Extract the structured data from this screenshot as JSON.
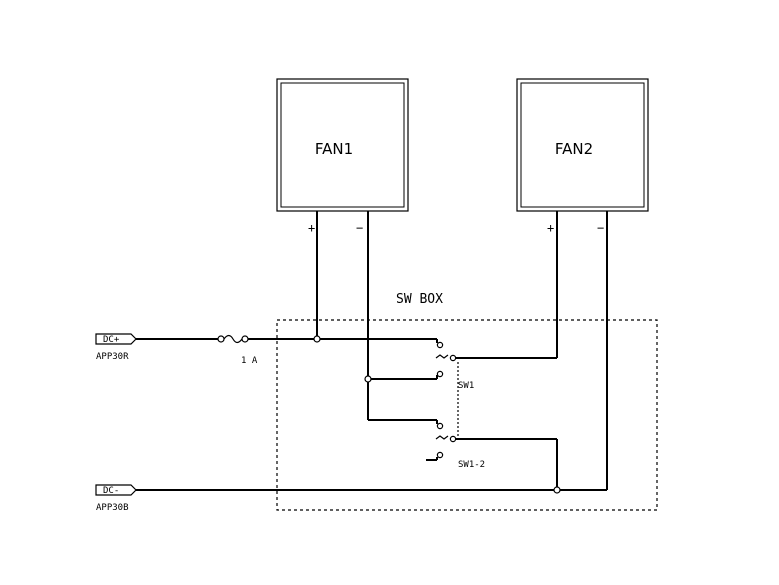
{
  "fans": {
    "fan1": "FAN1",
    "fan2": "FAN2",
    "plus": "+",
    "minus": "−"
  },
  "sw_box": {
    "title": "SW  BOX",
    "sw1": "SW1",
    "sw1_2": "SW1-2"
  },
  "fuse": {
    "rating": "1 A"
  },
  "connectors": {
    "dc_plus": "DC+",
    "dc_plus_ref": "APP30R",
    "dc_minus": "DC-",
    "dc_minus_ref": "APP30B"
  }
}
